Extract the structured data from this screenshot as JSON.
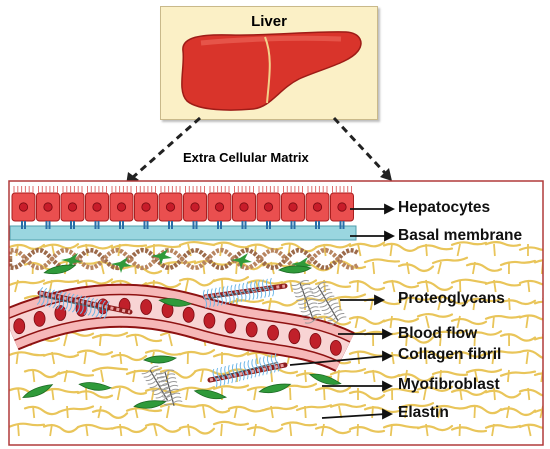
{
  "organ": {
    "title": "Liver"
  },
  "matrix": {
    "title": "Extra Cellular Matrix"
  },
  "labels": {
    "hepatocytes": "Hepatocytes",
    "basal_membrane": "Basal membrane",
    "proteoglycans": "Proteoglycans",
    "blood_flow": "Blood flow",
    "collagen_fibril": "Collagen fibril",
    "myofibroblast": "Myofibroblast",
    "elastin": "Elastin"
  },
  "colors": {
    "liver": "#d9342b",
    "organ_panel": "#fbf0c6",
    "hepatocyte": "#ea4f4f",
    "basal_membrane": "#9ad6e0",
    "vessel_wall": "#f6b8b8",
    "vessel_border": "#8e1212",
    "red_blood_cell": "#c0202a",
    "elastin": "#e9c55a",
    "myofibroblast": "#2f9a3a",
    "frame": "#b03a3a"
  },
  "icons": [
    "liver-organ-icon",
    "hepatocyte-cell-icon",
    "red-blood-cell-icon",
    "myofibroblast-icon",
    "proteoglycan-icon",
    "collagen-fibril-icon"
  ]
}
